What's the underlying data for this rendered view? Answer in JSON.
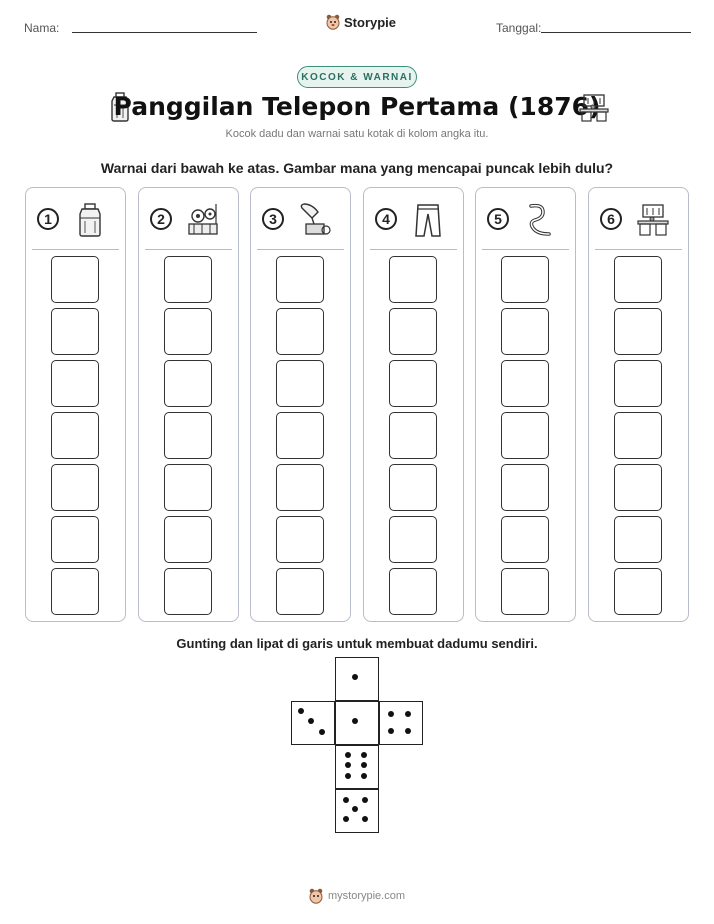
{
  "header": {
    "name_label": "Nama:",
    "brand": "Storypie",
    "date_label": "Tanggal:"
  },
  "badge": "KOCOK & WARNAI",
  "title": "Panggilan Telepon Pertama (1876)",
  "subtitle": "Kocok dadu dan warnai satu kotak di kolom angka itu.",
  "instruction": "Warnai dari bawah ke atas. Gambar mana yang mencapai puncak lebih dulu?",
  "title_icons": [
    "bottle-icon",
    "workbench-icon"
  ],
  "columns": [
    {
      "number": "1",
      "icon": "bottle-icon",
      "boxes": 7
    },
    {
      "number": "2",
      "icon": "gears-machine-icon",
      "boxes": 7
    },
    {
      "number": "3",
      "icon": "gramophone-icon",
      "boxes": 7
    },
    {
      "number": "4",
      "icon": "trousers-icon",
      "boxes": 7
    },
    {
      "number": "5",
      "icon": "wire-icon",
      "boxes": 7
    },
    {
      "number": "6",
      "icon": "workbench-icon",
      "boxes": 7
    }
  ],
  "cut_instruction": "Gunting dan lipat di garis untuk membuat dadumu sendiri.",
  "dice_faces": [
    1,
    3,
    1,
    4,
    6,
    5
  ],
  "footer": "mystorypie.com"
}
